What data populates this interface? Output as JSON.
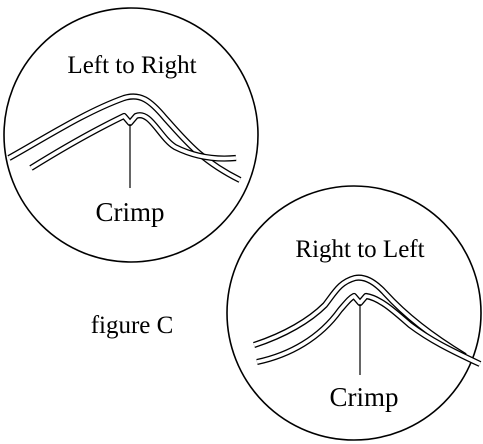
{
  "diagram": {
    "figure_label": "figure C",
    "panels": [
      {
        "title": "Left to Right",
        "callout": "Crimp"
      },
      {
        "title": "Right to Left",
        "callout": "Crimp"
      }
    ]
  }
}
